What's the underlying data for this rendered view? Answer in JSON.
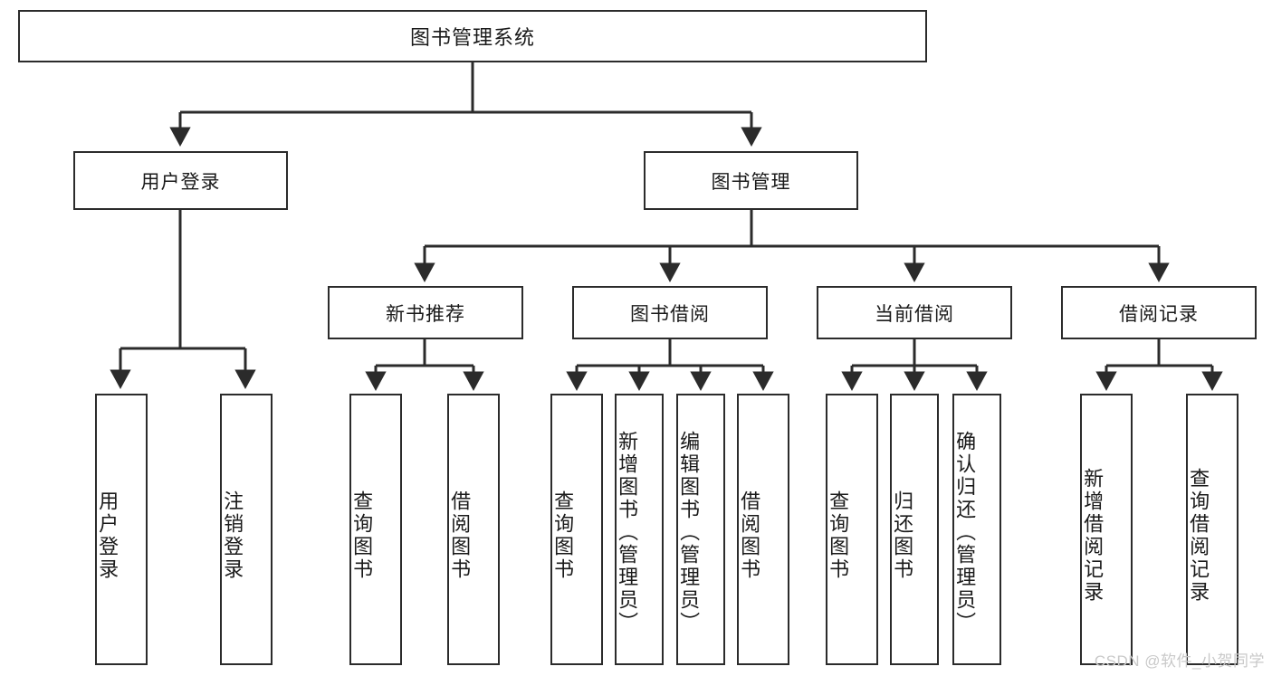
{
  "diagram": {
    "title": "图书管理系统",
    "type": "hierarchy-tree",
    "root": {
      "id": "root",
      "label": "图书管理系统",
      "orientation": "horizontal"
    },
    "level2": [
      {
        "id": "user-login",
        "label": "用户登录",
        "orientation": "horizontal"
      },
      {
        "id": "book-management",
        "label": "图书管理",
        "orientation": "horizontal"
      }
    ],
    "level3": [
      {
        "id": "new-book-recommend",
        "label": "新书推荐",
        "orientation": "horizontal",
        "parent": "book-management"
      },
      {
        "id": "book-borrow",
        "label": "图书借阅",
        "orientation": "horizontal",
        "parent": "book-management"
      },
      {
        "id": "current-borrow",
        "label": "当前借阅",
        "orientation": "horizontal",
        "parent": "book-management"
      },
      {
        "id": "borrow-record",
        "label": "借阅记录",
        "orientation": "horizontal",
        "parent": "book-management"
      }
    ],
    "leaves": [
      {
        "id": "leaf-user-login",
        "label": "用户登录",
        "parent": "user-login"
      },
      {
        "id": "leaf-logout-login",
        "label": "注销登录",
        "parent": "user-login"
      },
      {
        "id": "leaf-query-book-1",
        "label": "查询图书",
        "parent": "new-book-recommend"
      },
      {
        "id": "leaf-borrow-book-1",
        "label": "借阅图书",
        "parent": "new-book-recommend"
      },
      {
        "id": "leaf-query-book-2",
        "label": "查询图书",
        "parent": "book-borrow"
      },
      {
        "id": "leaf-add-book",
        "label": "新增图书（管理员）",
        "parent": "book-borrow"
      },
      {
        "id": "leaf-edit-book",
        "label": "编辑图书（管理员）",
        "parent": "book-borrow"
      },
      {
        "id": "leaf-borrow-book-2",
        "label": "借阅图书",
        "parent": "book-borrow"
      },
      {
        "id": "leaf-query-book-3",
        "label": "查询图书",
        "parent": "current-borrow"
      },
      {
        "id": "leaf-return-book",
        "label": "归还图书",
        "parent": "current-borrow"
      },
      {
        "id": "leaf-confirm-return",
        "label": "确认归还（管理员）",
        "parent": "current-borrow"
      },
      {
        "id": "leaf-add-record",
        "label": "新增借阅记录",
        "parent": "borrow-record"
      },
      {
        "id": "leaf-query-record",
        "label": "查询借阅记录",
        "parent": "borrow-record"
      }
    ]
  },
  "watermark": {
    "text": "CSDN @软件_小贺同学"
  },
  "colors": {
    "stroke": "#2b2b2b",
    "fill": "#ffffff",
    "text": "#1a1a1a",
    "watermark": "#c9c9c9"
  }
}
